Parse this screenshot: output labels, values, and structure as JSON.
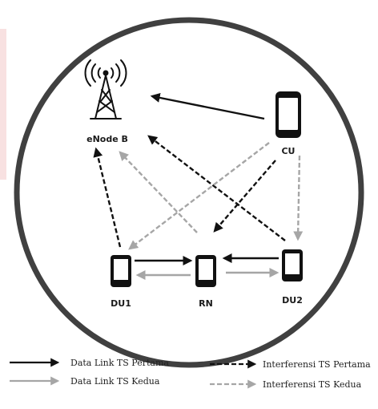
{
  "nodes": {
    "enodeb": {
      "label": "eNode B",
      "icon": "cell-tower-icon"
    },
    "cu": {
      "label": "CU",
      "icon": "smartphone-icon"
    },
    "du1": {
      "label": "DU1",
      "icon": "smartphone-icon"
    },
    "rn": {
      "label": "RN",
      "icon": "smartphone-icon"
    },
    "du2": {
      "label": "DU2",
      "icon": "smartphone-icon"
    }
  },
  "legend": {
    "data_link_ts1": "Data Link TS Pertama",
    "data_link_ts2": "Data Link TS Kedua",
    "interference_ts1": "Interferensi TS Pertama",
    "interference_ts2": "Interferensi  TS Kedua"
  },
  "colors": {
    "ts1": "#111111",
    "ts2": "#a6a6a6",
    "ring": "#404040",
    "accent": "#f8e1e1"
  },
  "edges": [
    {
      "from": "cu",
      "to": "enodeb",
      "style": "data-link-ts1"
    },
    {
      "from": "du1",
      "to": "rn",
      "style": "data-link-ts1"
    },
    {
      "from": "du2",
      "to": "rn",
      "style": "data-link-ts1"
    },
    {
      "from": "rn",
      "to": "du1",
      "style": "data-link-ts2"
    },
    {
      "from": "rn",
      "to": "du2",
      "style": "data-link-ts2"
    },
    {
      "from": "du1",
      "to": "enodeb",
      "style": "interference-ts1"
    },
    {
      "from": "cu",
      "to": "rn",
      "style": "interference-ts1"
    },
    {
      "from": "du2",
      "to": "enodeb",
      "style": "interference-ts1"
    },
    {
      "from": "rn",
      "to": "enodeb",
      "style": "interference-ts2"
    },
    {
      "from": "cu",
      "to": "du1",
      "style": "interference-ts2"
    },
    {
      "from": "cu",
      "to": "du2",
      "style": "interference-ts2"
    }
  ]
}
